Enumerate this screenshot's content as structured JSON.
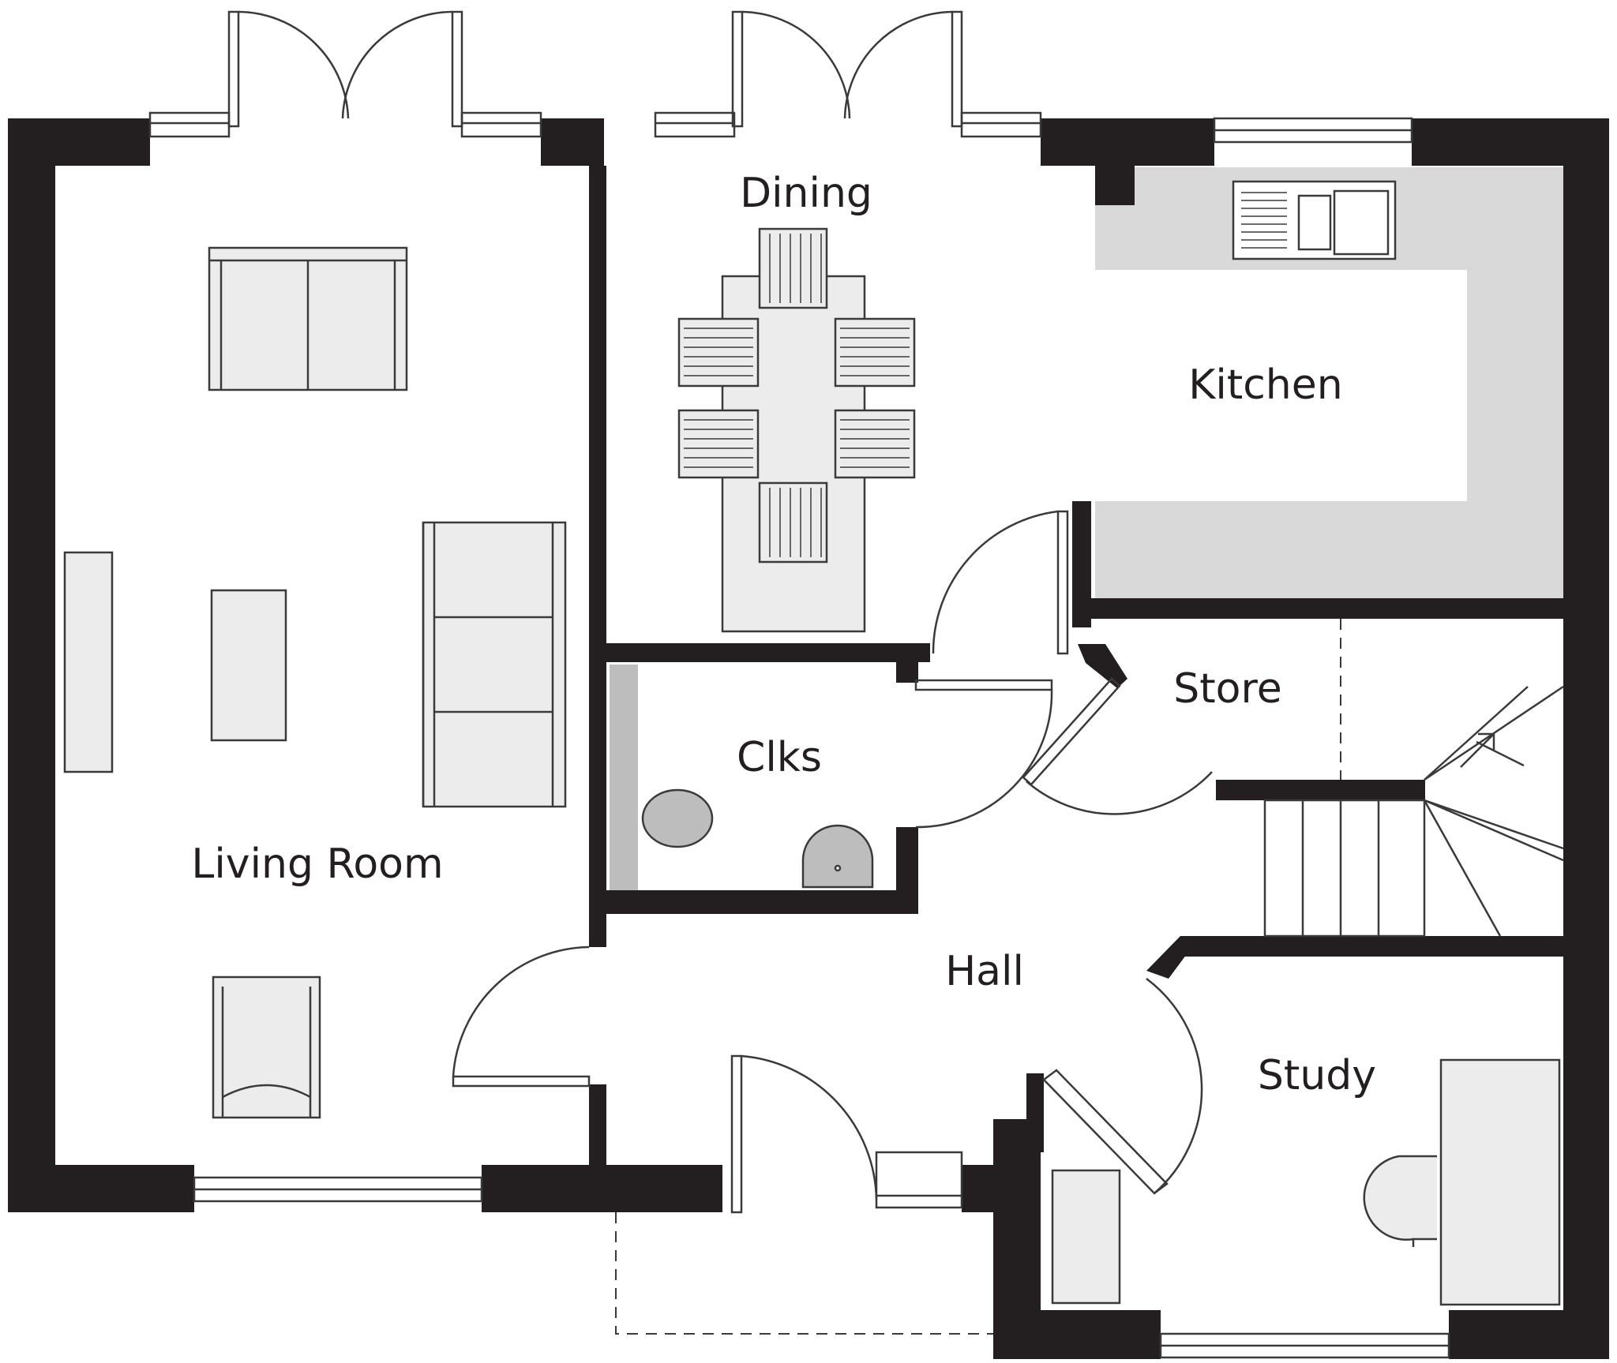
{
  "floor_plan": {
    "rooms": [
      {
        "id": "living",
        "label": "Living Room"
      },
      {
        "id": "dining",
        "label": "Dining"
      },
      {
        "id": "kitchen",
        "label": "Kitchen"
      },
      {
        "id": "clks",
        "label": "Clks"
      },
      {
        "id": "store",
        "label": "Store"
      },
      {
        "id": "hall",
        "label": "Hall"
      },
      {
        "id": "study",
        "label": "Study"
      }
    ]
  },
  "colors": {
    "wall": "#231f20",
    "worktop": "#d9d9d9",
    "furniture_fill": "#ececec",
    "sanitary_fill": "#bdbdbd",
    "line": "#3a3a3a"
  }
}
